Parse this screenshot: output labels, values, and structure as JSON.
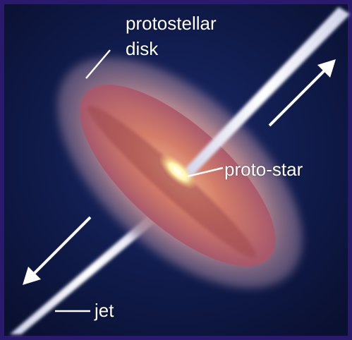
{
  "figure": {
    "labels": {
      "protostellar_disk_line1": "protostellar",
      "protostellar_disk_line2": "disk",
      "proto_star": "proto-star",
      "jet": "jet"
    }
  },
  "colors": {
    "frame": "#2a1a6e",
    "background": "#0d1336",
    "disk_outer": "#a67a86",
    "disk_inner": "#c96b5e",
    "jet": "#f2f2f8",
    "star_core": "#fff7b0",
    "arrows": "#ffffff"
  }
}
